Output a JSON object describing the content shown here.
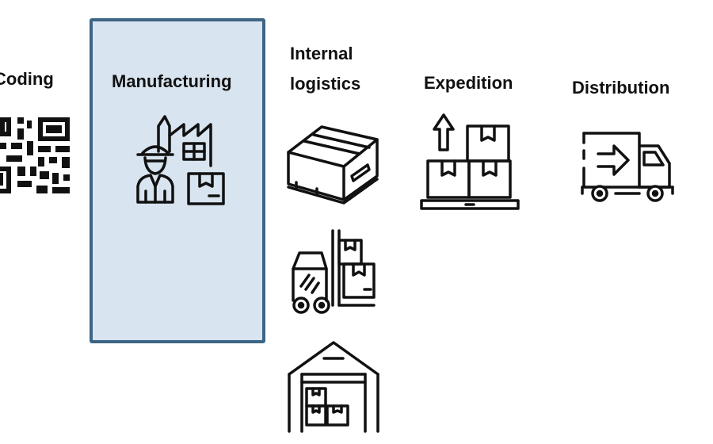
{
  "stages": {
    "coding": {
      "label": "Coding",
      "icon": "qr-code-icon"
    },
    "manufacturing": {
      "label": "Manufacturing",
      "icon": "factory-worker-icon",
      "highlighted": true
    },
    "internal_logistics": {
      "label_line1": "Internal",
      "label_line2": "logistics",
      "icons": [
        "cardboard-box-icon",
        "forklift-icon",
        "warehouse-icon"
      ]
    },
    "expedition": {
      "label": "Expedition",
      "icon": "stacked-boxes-arrow-icon"
    },
    "distribution": {
      "label": "Distribution",
      "icon": "delivery-truck-icon"
    }
  },
  "colors": {
    "highlight_fill": "#d8e4ef",
    "highlight_border": "#3d6585",
    "icon_stroke": "#111111"
  }
}
